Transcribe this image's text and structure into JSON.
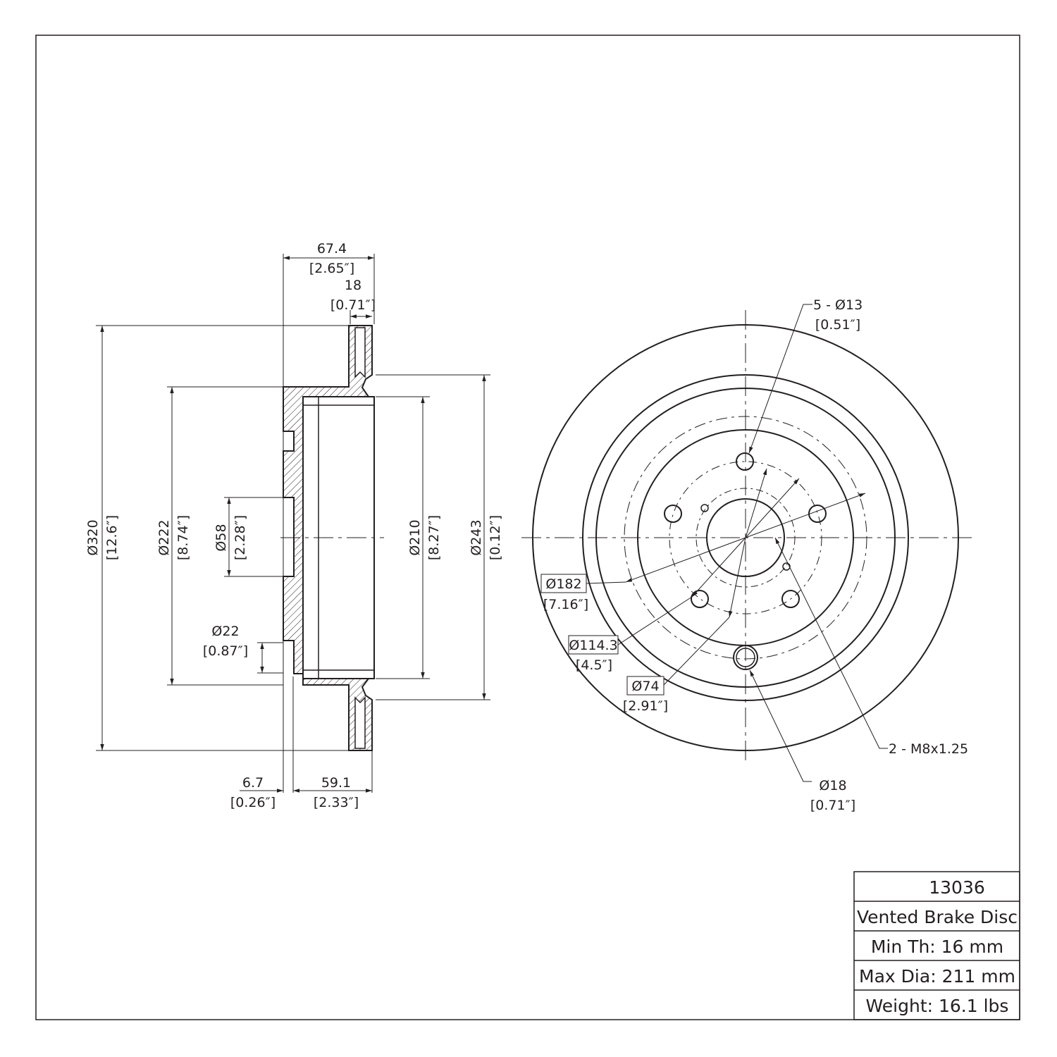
{
  "side_view": {
    "overall_width": "67.4",
    "overall_width_in": "[2.65″]",
    "rotor_thickness": "18",
    "rotor_thickness_in": "[0.71″]",
    "outer_diameter": "Ø320",
    "outer_diameter_in": "[12.6″]",
    "hat_diameter": "Ø222",
    "hat_diameter_in": "[8.74″]",
    "center_bore": "Ø58",
    "center_bore_in": "[2.28″]",
    "inner_hat_diameter": "Ø210",
    "inner_hat_diameter_in": "[8.27″]",
    "friction_inner_diameter": "Ø243",
    "friction_inner_diameter_in": "[0.12″]",
    "stud_hole": "Ø22",
    "stud_hole_in": "[0.87″]",
    "mount_thickness": "6.7",
    "mount_thickness_in": "[0.26″]",
    "hat_height": "59.1",
    "hat_height_in": "[2.33″]"
  },
  "face_view": {
    "bolt_holes": "5 - Ø13",
    "bolt_holes_in": "[0.51″]",
    "circle_182": "Ø182",
    "circle_182_in": "[7.16″]",
    "bolt_circle": "Ø114.3",
    "bolt_circle_in": "[4.5″]",
    "circle_74": "Ø74",
    "circle_74_in": "[2.91″]",
    "threaded_holes": "2 - M8x1.25",
    "hole_18": "Ø18",
    "hole_18_in": "[0.71″]"
  },
  "title_block": {
    "part_number": "13036",
    "description": "Vented Brake Disc",
    "min_thickness": "Min Th: 16 mm",
    "max_diameter": "Max Dia: 211 mm",
    "weight": "Weight: 16.1 lbs"
  }
}
